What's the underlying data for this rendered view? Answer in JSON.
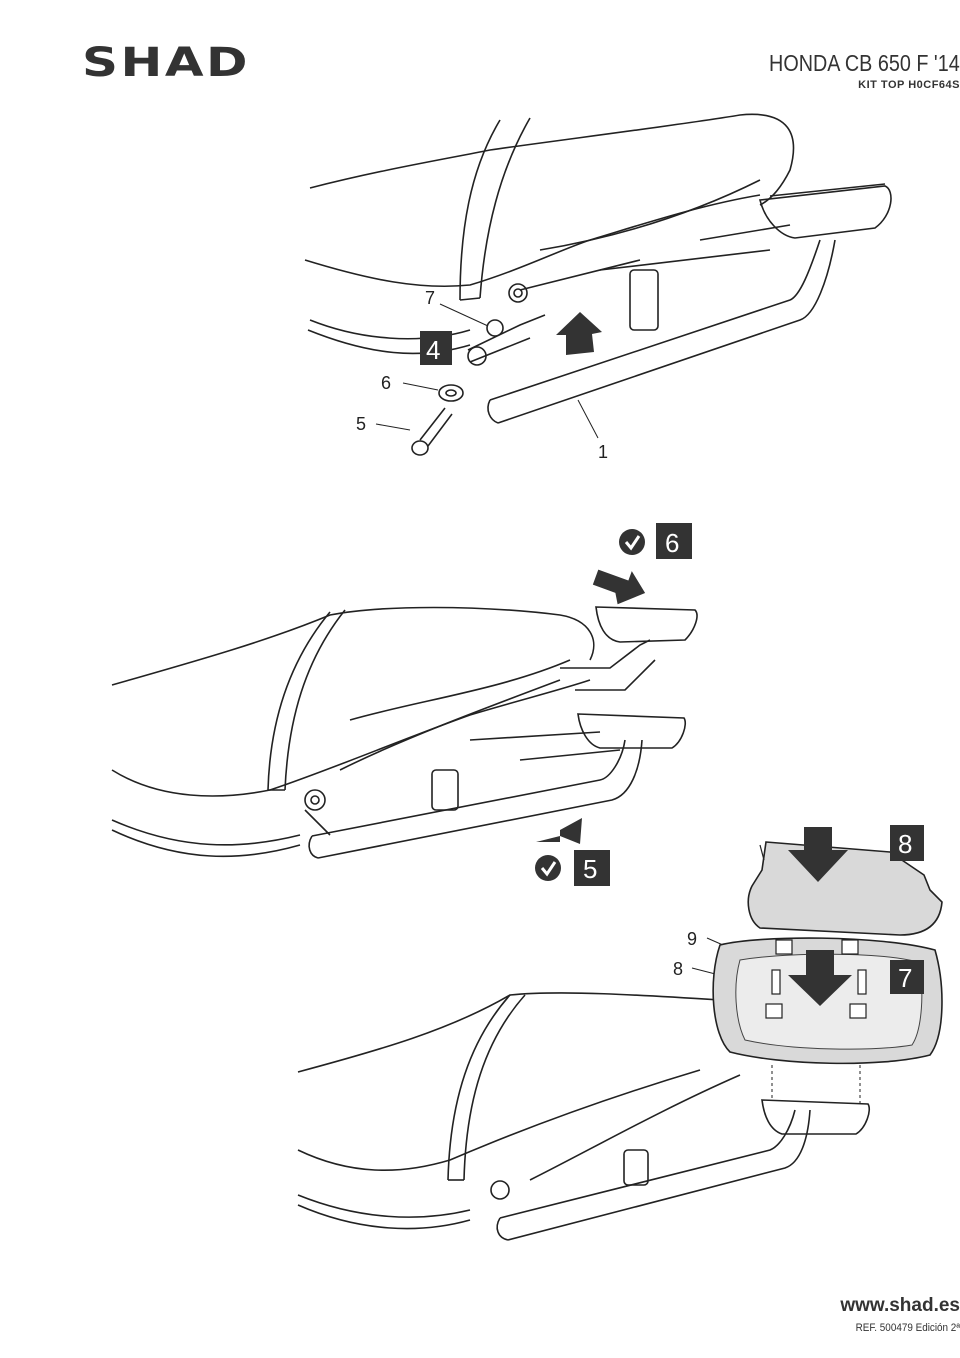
{
  "header": {
    "brand": "SHAD",
    "model": "HONDA CB 650 F '14",
    "kit": "KIT TOP H0CF64S"
  },
  "steps": [
    {
      "badge": "4",
      "callouts": [
        "7",
        "6",
        "5",
        "1"
      ]
    },
    {
      "badges": [
        "6",
        "5"
      ]
    },
    {
      "badges": [
        "8",
        "7"
      ],
      "callouts": [
        "9",
        "8"
      ]
    }
  ],
  "footer": {
    "website": "www.shad.es",
    "reference": "REF. 500479 Edición 2ª"
  },
  "colors": {
    "ink": "#222222",
    "badge": "#333333",
    "plate": "#d9d9d9"
  }
}
